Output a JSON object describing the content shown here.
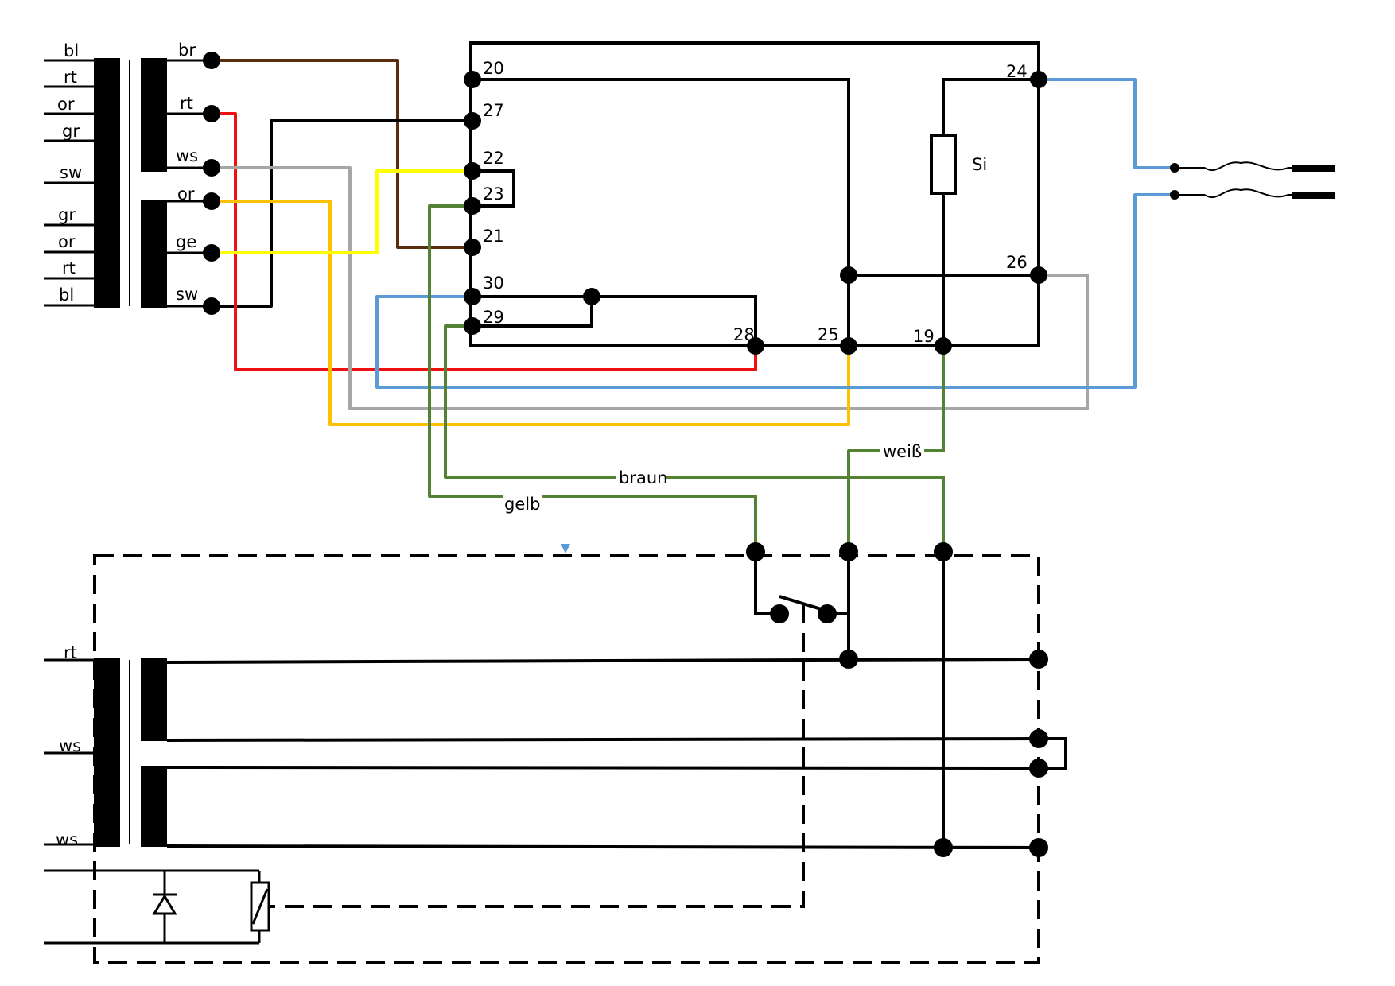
{
  "wire_colors": {
    "brown": "#5a2d0c",
    "red": "#ee1111",
    "grey": "#a6a6a6",
    "orange": "#ffc000",
    "yellow": "#ffff00",
    "green": "#548235",
    "blue": "#5b9bd5",
    "black": "#000000"
  },
  "icons": [
    "transformer-symbol",
    "fuse-symbol",
    "switch-contact-symbol",
    "diode-symbol",
    "relay-coil-symbol",
    "plug-symbol"
  ],
  "transformer_top": {
    "primary_labels": [
      "bl",
      "rt",
      "or",
      "gr",
      "sw",
      "gr",
      "or",
      "rt",
      "bl"
    ],
    "secondary_labels": [
      "br",
      "rt",
      "ws",
      "or",
      "ge",
      "sw"
    ]
  },
  "control_box": {
    "terminals": [
      "20",
      "27",
      "22",
      "23",
      "21",
      "30",
      "29",
      "28",
      "25",
      "19",
      "24",
      "26"
    ],
    "fuse_label": "Si"
  },
  "wire_labels": {
    "weiss": "weiß",
    "braun": "braun",
    "gelb": "gelb"
  },
  "transformer_bottom": {
    "labels": [
      "rt",
      "ws",
      "ws"
    ]
  }
}
